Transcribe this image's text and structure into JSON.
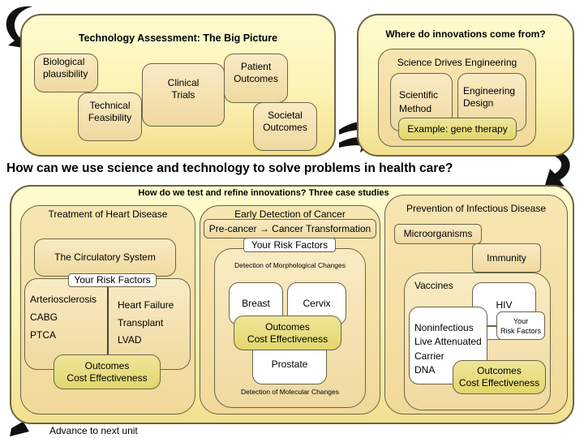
{
  "top_left": {
    "title": "Technology Assessment: The Big Picture",
    "items": [
      "Biological\nplausibility",
      "Technical\nFeasibility",
      "Clinical\nTrials",
      "Patient\nOutcomes",
      "Societal\nOutcomes"
    ]
  },
  "top_right": {
    "title": "Where do innovations come from?",
    "panel_title": "Science Drives Engineering",
    "scientific_method": "Scientific\nMethod",
    "engineering_design": "Engineering\nDesign",
    "example": "Example: gene therapy"
  },
  "headline": "How can we use science and technology to solve problems in health care?",
  "case_studies": {
    "title": "How do we test and refine innovations? Three case studies",
    "heart": {
      "title": "Treatment of Heart Disease",
      "circulatory": "The Circulatory System",
      "risk": "Your Risk Factors",
      "left_items": [
        "Arteriosclerosis",
        "CABG",
        "PTCA"
      ],
      "right_items": [
        "Heart Failure",
        "Transplant",
        "LVAD"
      ],
      "outcomes": "Outcomes\nCost Effectiveness"
    },
    "cancer": {
      "title": "Early Detection of Cancer",
      "transformation": "Pre-cancer → Cancer Transformation",
      "risk": "Your Risk Factors",
      "morph": "Detection of Morphological Changes",
      "breast": "Breast",
      "cervix": "Cervix",
      "outcomes": "Outcomes\nCost Effectiveness",
      "prostate": "Prostate",
      "molecular": "Detection of Molecular Changes"
    },
    "infectious": {
      "title": "Prevention of Infectious Disease",
      "micro": "Microorganisms",
      "immunity": "Immunity",
      "vaccines": "Vaccines",
      "hiv": "HIV",
      "risk": "Your\nRisk Factors",
      "types": [
        "Noninfectious",
        "Live Attenuated",
        "Carrier",
        "DNA"
      ],
      "outcomes": "Outcomes\nCost Effectiveness"
    }
  },
  "advance": "Advance to next unit"
}
